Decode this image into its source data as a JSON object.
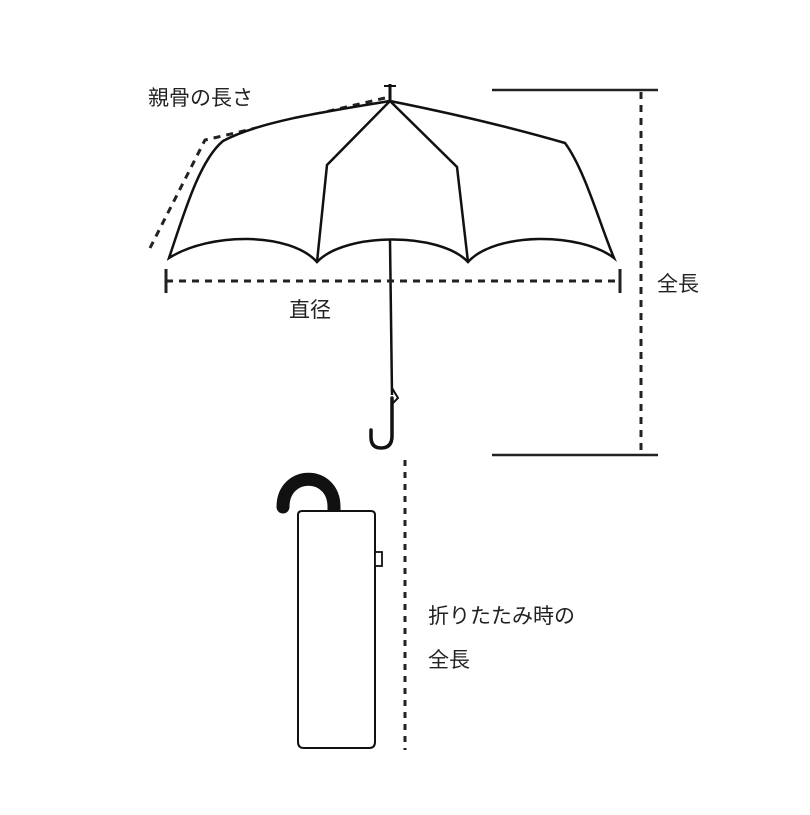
{
  "labels": {
    "rib_length": "親骨の長さ",
    "diameter": "直径",
    "total_length": "全長",
    "folded_length_line1": "折りたたみ時の",
    "folded_length_line2": "全長"
  },
  "colors": {
    "outline": "#111111",
    "canopy_fill": "#ffffff",
    "dimension_line": "#222222",
    "handle": "#111111",
    "text": "#222222"
  }
}
